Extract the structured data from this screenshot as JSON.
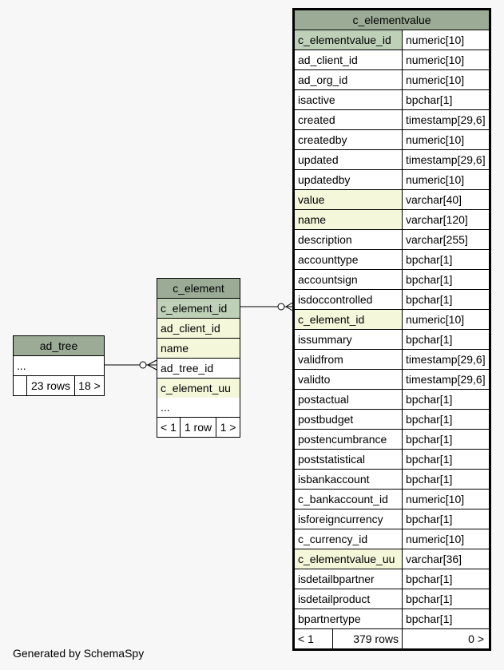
{
  "tables": {
    "ad_tree": {
      "name": "ad_tree",
      "ellipsis": "...",
      "footer": {
        "left": "",
        "rows": "23 rows",
        "right": "18 >"
      }
    },
    "c_element": {
      "name": "c_element",
      "columns": [
        {
          "name": "c_element_id",
          "role": "primary-key"
        },
        {
          "name": "ad_client_id",
          "role": "key"
        },
        {
          "name": "name",
          "role": "key"
        },
        {
          "name": "ad_tree_id",
          "role": "plain"
        },
        {
          "name": "c_element_uu",
          "role": "key"
        }
      ],
      "ellipsis": "...",
      "footer": {
        "left": "< 1",
        "rows": "1 row",
        "right": "1 >"
      }
    },
    "c_elementvalue": {
      "name": "c_elementvalue",
      "columns": [
        {
          "name": "c_elementvalue_id",
          "type": "numeric[10]",
          "role": "primary-key"
        },
        {
          "name": "ad_client_id",
          "type": "numeric[10]",
          "role": "plain"
        },
        {
          "name": "ad_org_id",
          "type": "numeric[10]",
          "role": "plain"
        },
        {
          "name": "isactive",
          "type": "bpchar[1]",
          "role": "plain"
        },
        {
          "name": "created",
          "type": "timestamp[29,6]",
          "role": "plain"
        },
        {
          "name": "createdby",
          "type": "numeric[10]",
          "role": "plain"
        },
        {
          "name": "updated",
          "type": "timestamp[29,6]",
          "role": "plain"
        },
        {
          "name": "updatedby",
          "type": "numeric[10]",
          "role": "plain"
        },
        {
          "name": "value",
          "type": "varchar[40]",
          "role": "key"
        },
        {
          "name": "name",
          "type": "varchar[120]",
          "role": "key"
        },
        {
          "name": "description",
          "type": "varchar[255]",
          "role": "plain"
        },
        {
          "name": "accounttype",
          "type": "bpchar[1]",
          "role": "plain"
        },
        {
          "name": "accountsign",
          "type": "bpchar[1]",
          "role": "plain"
        },
        {
          "name": "isdoccontrolled",
          "type": "bpchar[1]",
          "role": "plain"
        },
        {
          "name": "c_element_id",
          "type": "numeric[10]",
          "role": "key"
        },
        {
          "name": "issummary",
          "type": "bpchar[1]",
          "role": "plain"
        },
        {
          "name": "validfrom",
          "type": "timestamp[29,6]",
          "role": "plain"
        },
        {
          "name": "validto",
          "type": "timestamp[29,6]",
          "role": "plain"
        },
        {
          "name": "postactual",
          "type": "bpchar[1]",
          "role": "plain"
        },
        {
          "name": "postbudget",
          "type": "bpchar[1]",
          "role": "plain"
        },
        {
          "name": "postencumbrance",
          "type": "bpchar[1]",
          "role": "plain"
        },
        {
          "name": "poststatistical",
          "type": "bpchar[1]",
          "role": "plain"
        },
        {
          "name": "isbankaccount",
          "type": "bpchar[1]",
          "role": "plain"
        },
        {
          "name": "c_bankaccount_id",
          "type": "numeric[10]",
          "role": "plain"
        },
        {
          "name": "isforeigncurrency",
          "type": "bpchar[1]",
          "role": "plain"
        },
        {
          "name": "c_currency_id",
          "type": "numeric[10]",
          "role": "plain"
        },
        {
          "name": "c_elementvalue_uu",
          "type": "varchar[36]",
          "role": "key"
        },
        {
          "name": "isdetailbpartner",
          "type": "bpchar[1]",
          "role": "plain"
        },
        {
          "name": "isdetailproduct",
          "type": "bpchar[1]",
          "role": "plain"
        },
        {
          "name": "bpartnertype",
          "type": "bpchar[1]",
          "role": "plain"
        }
      ],
      "footer": {
        "left": "< 1",
        "rows": "379 rows",
        "right": "0 >"
      }
    }
  },
  "colors": {
    "header": "#9bab96",
    "primary_key": "#bed1b8",
    "key": "#f4f7da",
    "background": "#f7f7f7"
  },
  "caption": "Generated by SchemaSpy"
}
